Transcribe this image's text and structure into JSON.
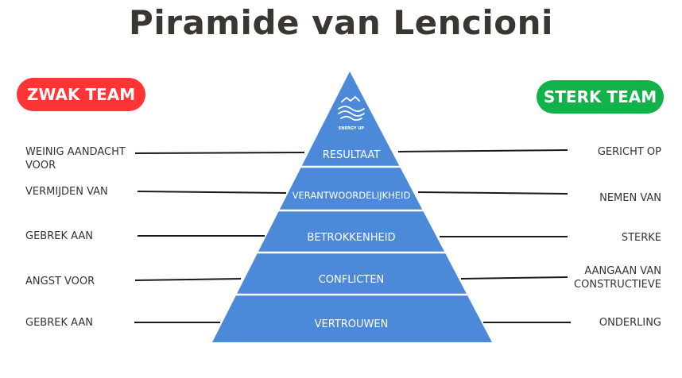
{
  "title": "Piramide van Lencioni",
  "badges": {
    "weak": {
      "label": "ZWAK TEAM",
      "color": "#ff3434"
    },
    "strong": {
      "label": "STERK TEAM",
      "color": "#10b249"
    }
  },
  "logo": {
    "icon": "energy-up-waves-logo",
    "text": "ENERGY UP"
  },
  "colors": {
    "pyramid": "#4c8ad9",
    "separator": "#ffffff",
    "line": "#1a1a1a"
  },
  "levels": [
    {
      "label": "RESULTAAT",
      "left_text": "WEINIG AANDACHT\nVOOR",
      "right_text": "GERICHT OP"
    },
    {
      "label": "VERANTWOORDELIJKHEID",
      "left_text": "VERMIJDEN VAN",
      "right_text": "NEMEN VAN"
    },
    {
      "label": "BETROKKENHEID",
      "left_text": "GEBREK AAN",
      "right_text": "STERKE"
    },
    {
      "label": "CONFLICTEN",
      "left_text": "ANGST VOOR",
      "right_text": "AANGAAN VAN\nCONSTRUCTIEVE"
    },
    {
      "label": "VERTROUWEN",
      "left_text": "GEBREK AAN",
      "right_text": "ONDERLING"
    }
  ]
}
